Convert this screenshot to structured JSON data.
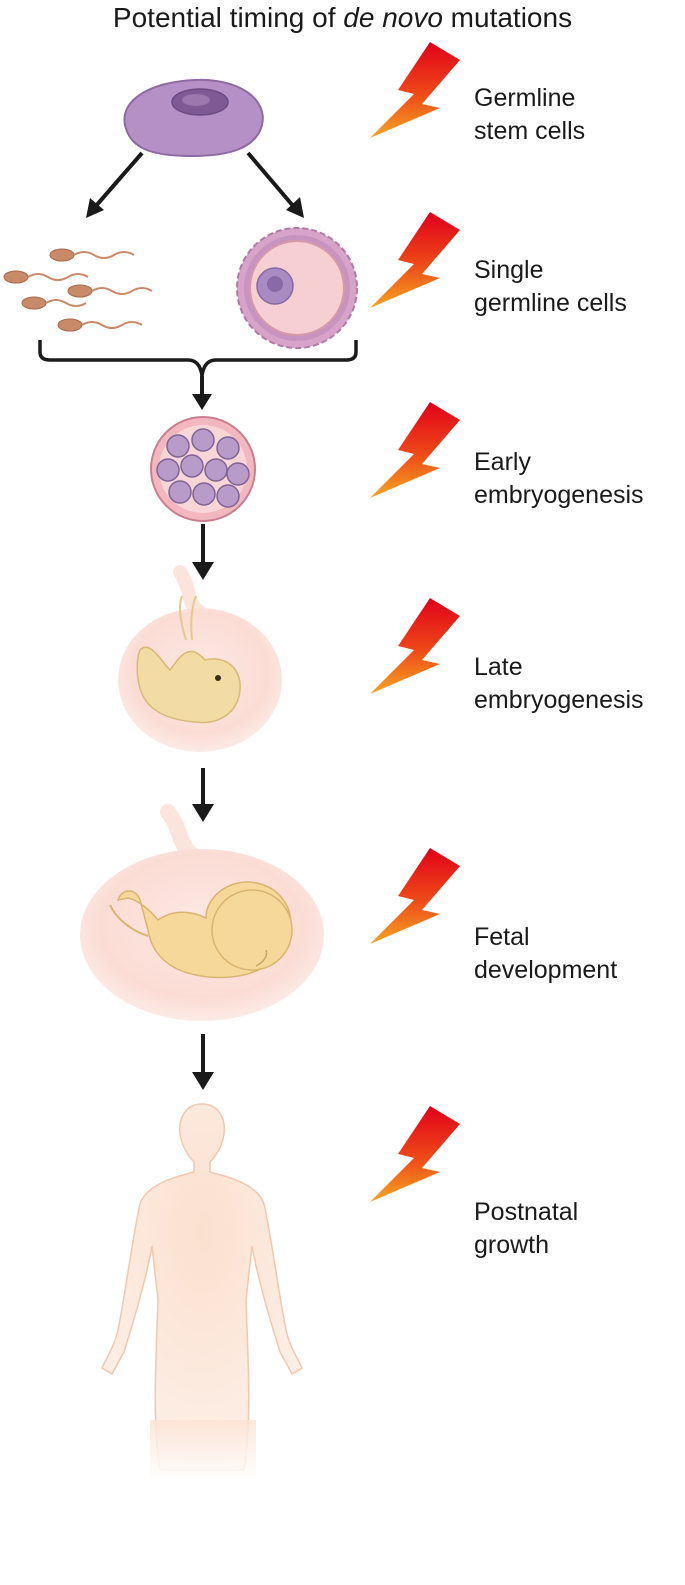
{
  "title": {
    "prefix": "Potential timing of ",
    "emphasis": "de novo",
    "suffix": " mutations"
  },
  "stages": [
    {
      "line1": "Germline",
      "line2": "stem cells"
    },
    {
      "line1": "Single",
      "line2": "germline cells"
    },
    {
      "line1": "Early",
      "line2": "embryogenesis"
    },
    {
      "line1": "Late",
      "line2": "embryogenesis"
    },
    {
      "line1": "Fetal",
      "line2": "development"
    },
    {
      "line1": "Postnatal",
      "line2": "growth"
    }
  ],
  "icons": {
    "mutation_marker": "lightning-bolt-icon",
    "flow": "down-arrow-icon"
  },
  "colors": {
    "bolt_top": "#e0001a",
    "bolt_bottom": "#f5a623",
    "cell_purple": "#b58fc3",
    "sperm": "#c98a6a",
    "egg": "#f3c7c9",
    "embryo": "#f2dca4",
    "body_skin": "#fbe3d4",
    "arrow": "#1a1a1a"
  }
}
